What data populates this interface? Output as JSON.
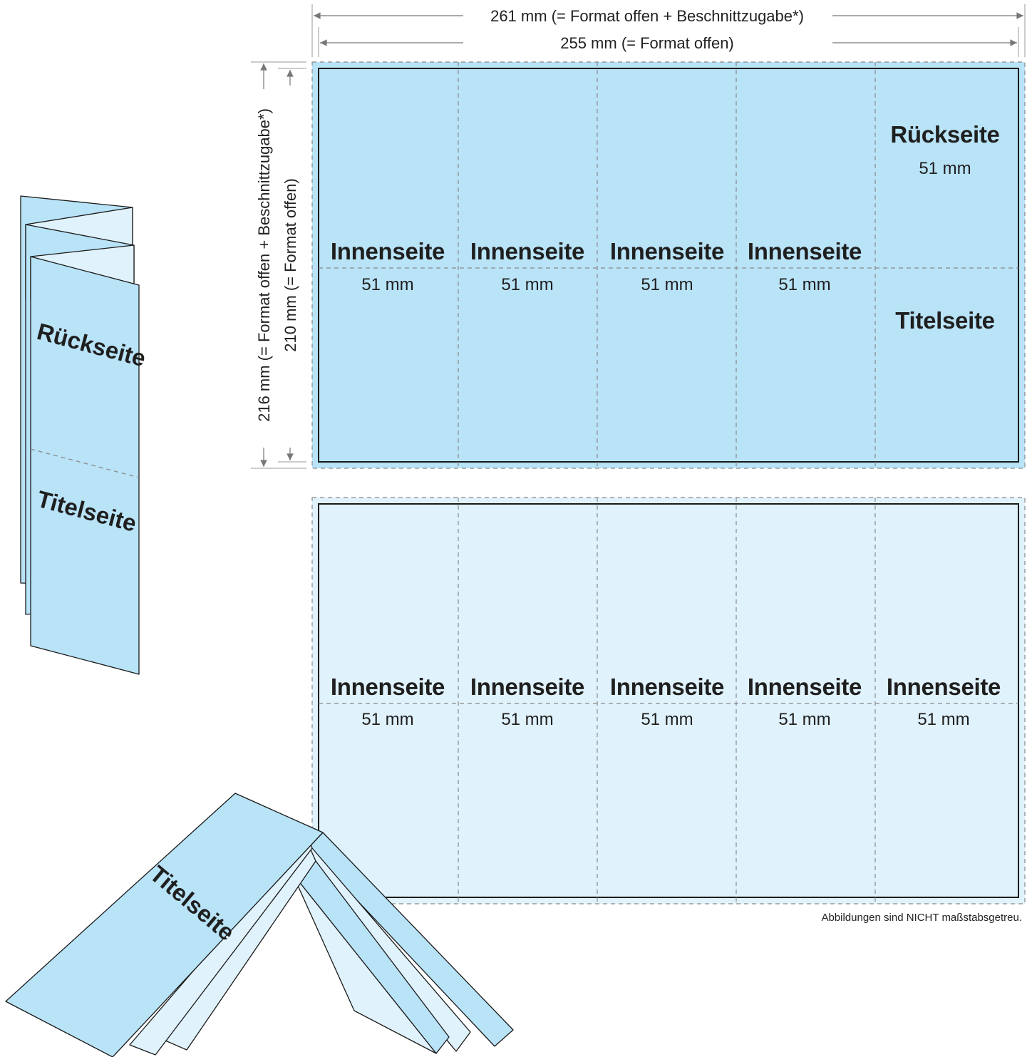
{
  "dimensions": {
    "width_with_bleed": "261 mm (= Format offen + Beschnittzugabe*)",
    "width_open": "255 mm (= Format offen)",
    "height_with_bleed": "216 mm (= Format offen + Beschnittzugabe*)",
    "height_open": "210 mm (= Format offen)"
  },
  "outer_side": {
    "panels": [
      {
        "label": "Innenseite",
        "size": "51 mm"
      },
      {
        "label": "Innenseite",
        "size": "51 mm"
      },
      {
        "label": "Innenseite",
        "size": "51 mm"
      },
      {
        "label": "Innenseite",
        "size": "51 mm"
      }
    ],
    "last_panel": {
      "top_label": "Rückseite",
      "size": "51 mm",
      "bottom_label": "Titelseite"
    }
  },
  "inner_side": {
    "panels": [
      {
        "label": "Innenseite",
        "size": "51 mm"
      },
      {
        "label": "Innenseite",
        "size": "51 mm"
      },
      {
        "label": "Innenseite",
        "size": "51 mm"
      },
      {
        "label": "Innenseite",
        "size": "51 mm"
      },
      {
        "label": "Innenseite",
        "size": "51 mm"
      }
    ]
  },
  "folded_preview": {
    "back": "Rückseite",
    "front": "Titelseite"
  },
  "open_preview": {
    "front": "Titelseite"
  },
  "note": "Abbildungen sind NICHT maßstabsgetreu.",
  "colors": {
    "sheet_outer": "#b9e3f7",
    "sheet_inner": "#e0f2fb",
    "line": "#1a1a1a",
    "dash": "#8a8a8a"
  }
}
